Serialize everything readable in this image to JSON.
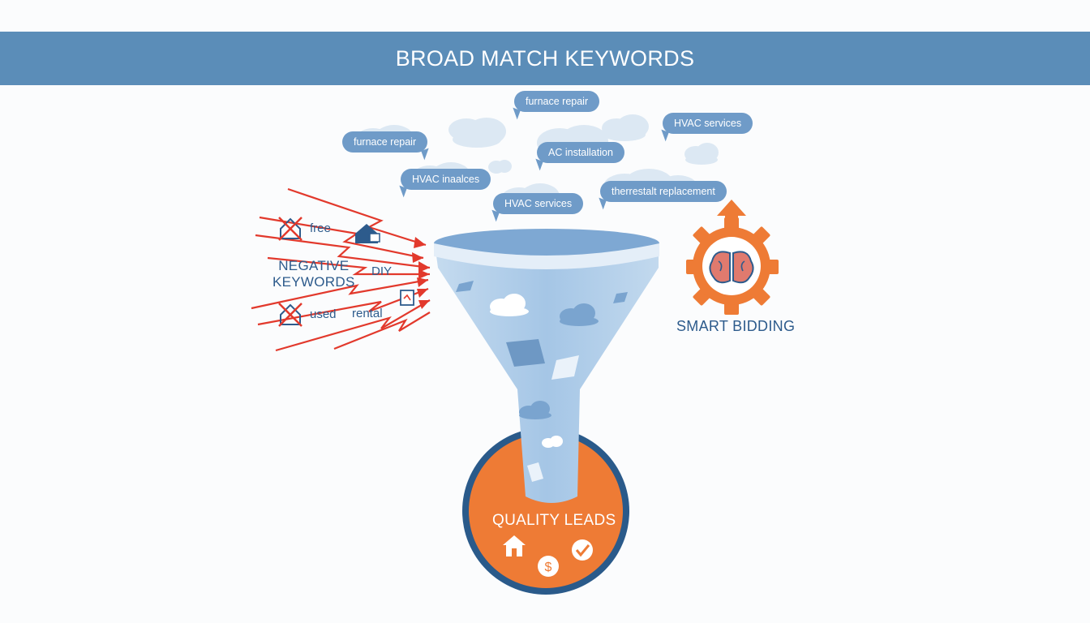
{
  "header": {
    "title": "BROAD MATCH KEYWORDS"
  },
  "search_terms": [
    "furnace repair",
    "HVAC services",
    "furnace repair",
    "AC installation",
    "HVAC inaalces",
    "therrestalt replacement",
    "HVAC services"
  ],
  "negative_keywords": {
    "title_line1": "NEGATIVE",
    "title_line2": "KEYWORDS",
    "words": [
      "free",
      "DIY",
      "used",
      "rental"
    ]
  },
  "smart_bidding": {
    "title": "SMART BIDDING",
    "icon": "brain-gear-icon"
  },
  "quality_leads": {
    "title": "QUALITY LEADS",
    "icons": [
      "home-icon",
      "dollar-icon",
      "check-icon"
    ]
  },
  "colors": {
    "banner": "#5b8db8",
    "bubble": "#6f9bc8",
    "negative_arrows": "#e2392c",
    "navy_text": "#2d5b8c",
    "orange": "#ee7b35",
    "funnel": "#a9c9e8",
    "ring": "#2a5a8a"
  }
}
